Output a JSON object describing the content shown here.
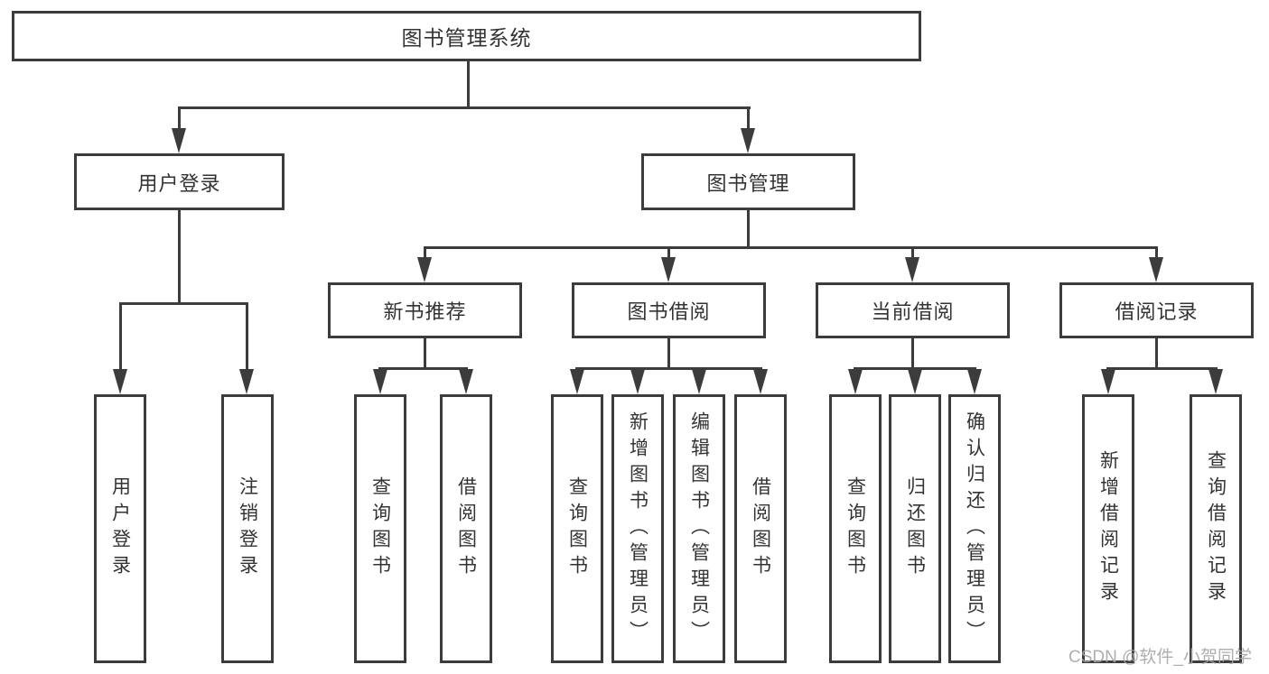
{
  "diagram": {
    "root": {
      "label": "图书管理系统"
    },
    "level1": {
      "user_login": {
        "label": "用户登录"
      },
      "book_mgmt": {
        "label": "图书管理"
      }
    },
    "level2": {
      "new_book_rec": {
        "label": "新书推荐"
      },
      "book_borrow": {
        "label": "图书借阅"
      },
      "current_borrow": {
        "label": "当前借阅"
      },
      "borrow_record": {
        "label": "借阅记录"
      }
    },
    "leaves": {
      "user_login_leaf": {
        "label": "用户登录"
      },
      "user_logout": {
        "label": "注销登录"
      },
      "rec_query_book": {
        "label": "查询图书"
      },
      "rec_borrow_book": {
        "label": "借阅图书"
      },
      "bb_query_book": {
        "label": "查询图书"
      },
      "bb_add_book": {
        "label": "新增图书（管理员）"
      },
      "bb_edit_book": {
        "label": "编辑图书（管理员）"
      },
      "bb_borrow_book": {
        "label": "借阅图书"
      },
      "cb_query_book": {
        "label": "查询图书"
      },
      "cb_return_book": {
        "label": "归还图书"
      },
      "cb_confirm_return": {
        "label": "确认归还（管理员）"
      },
      "br_add_record": {
        "label": "新增借阅记录"
      },
      "br_query_record": {
        "label": "查询借阅记录"
      }
    }
  },
  "watermark": {
    "text": "CSDN @软件_小贺同学"
  },
  "colors": {
    "line": "#3c3c3c",
    "text": "#333333",
    "watermark": "#a6a6a6",
    "background": "#ffffff"
  }
}
